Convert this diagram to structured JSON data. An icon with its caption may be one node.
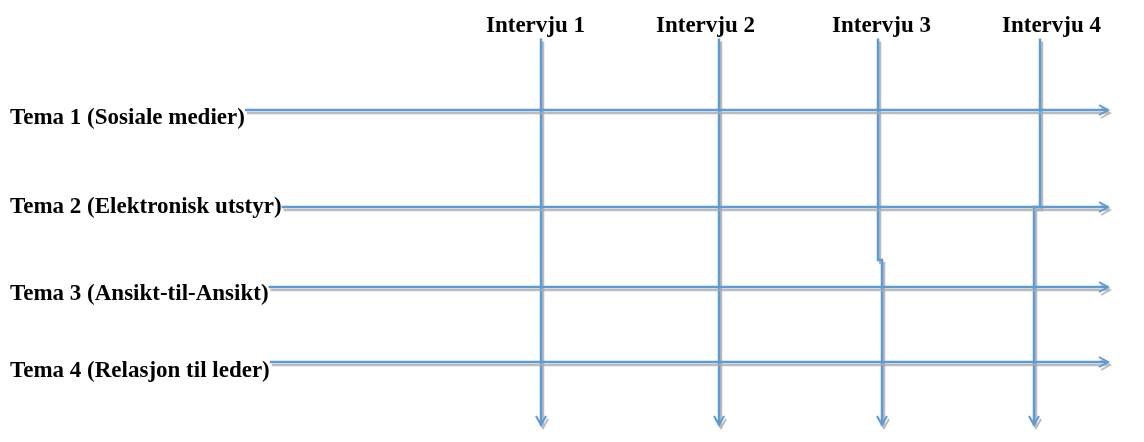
{
  "diagram": {
    "nodes": [
      {
        "text": [
          "Intervju 1"
        ]
      },
      {
        "text": [
          "Intervju 2"
        ]
      },
      {
        "text": [
          "Intervju 3"
        ]
      },
      {
        "text": [
          "Intervju 4"
        ]
      },
      {
        "text": [
          "Tema 1 (Sosiale medier)"
        ]
      },
      {
        "text": [
          "Tema 2 (Elektronisk utstyr)"
        ]
      },
      {
        "text": [
          "Tema 3 (Ansikt-til-Ansikt)"
        ]
      },
      {
        "text": [
          "Tema 4 (Relasjon til leder)"
        ]
      }
    ],
    "edges": [
      {
        "from": 0,
        "to": null,
        "arrow": "to"
      },
      {
        "from": 1,
        "to": null,
        "arrow": "to"
      },
      {
        "from": 2,
        "to": null,
        "arrow": "to"
      },
      {
        "from": 3,
        "to": null,
        "arrow": "to"
      },
      {
        "from": 4,
        "to": null,
        "arrow": "to"
      },
      {
        "from": 5,
        "to": null,
        "arrow": "to"
      },
      {
        "from": 6,
        "to": null,
        "arrow": "to"
      },
      {
        "from": 7,
        "to": null,
        "arrow": "to"
      }
    ]
  }
}
